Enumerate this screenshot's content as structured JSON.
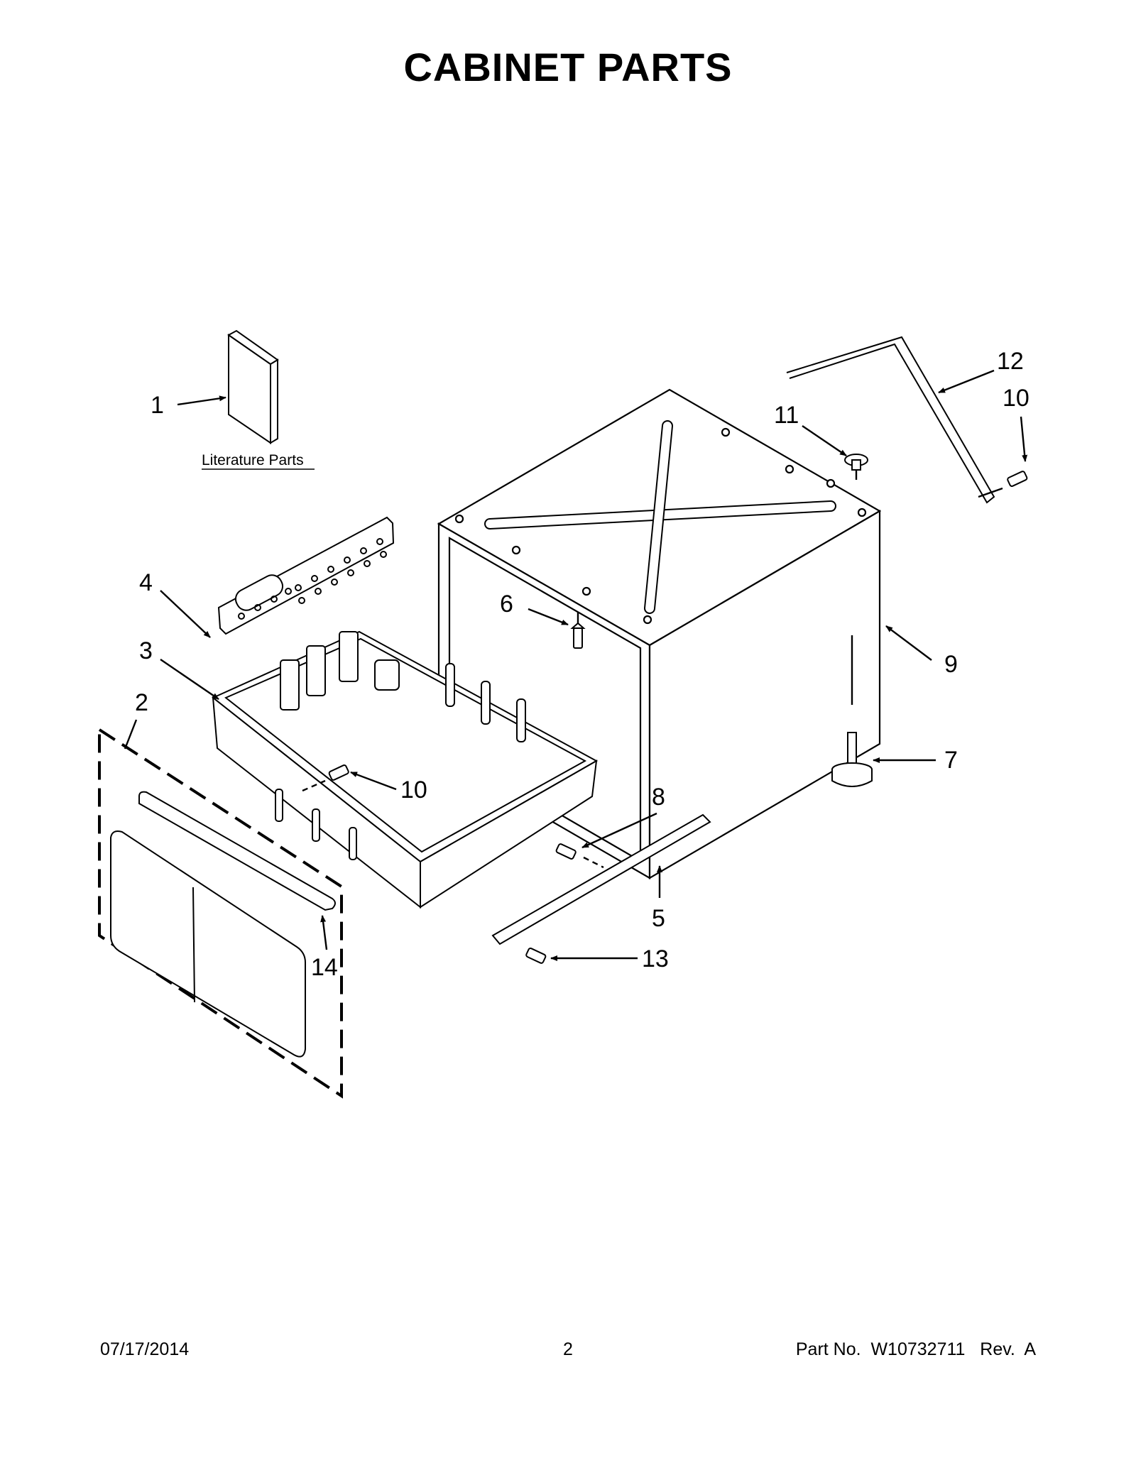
{
  "page": {
    "title": "CABINET PARTS"
  },
  "diagram": {
    "literature_label": "Literature Parts",
    "callouts": [
      {
        "id": "c1",
        "label": "1"
      },
      {
        "id": "c2",
        "label": "2"
      },
      {
        "id": "c3",
        "label": "3"
      },
      {
        "id": "c4",
        "label": "4"
      },
      {
        "id": "c5",
        "label": "5"
      },
      {
        "id": "c6",
        "label": "6"
      },
      {
        "id": "c7",
        "label": "7"
      },
      {
        "id": "c8",
        "label": "8"
      },
      {
        "id": "c9",
        "label": "9"
      },
      {
        "id": "c10a",
        "label": "10"
      },
      {
        "id": "c10b",
        "label": "10"
      },
      {
        "id": "c11",
        "label": "11"
      },
      {
        "id": "c12",
        "label": "12"
      },
      {
        "id": "c13",
        "label": "13"
      },
      {
        "id": "c14",
        "label": "14"
      }
    ]
  },
  "footer": {
    "date": "07/17/2014",
    "page_number": "2",
    "part_number": "Part No.  W10732711   Rev.  A"
  }
}
